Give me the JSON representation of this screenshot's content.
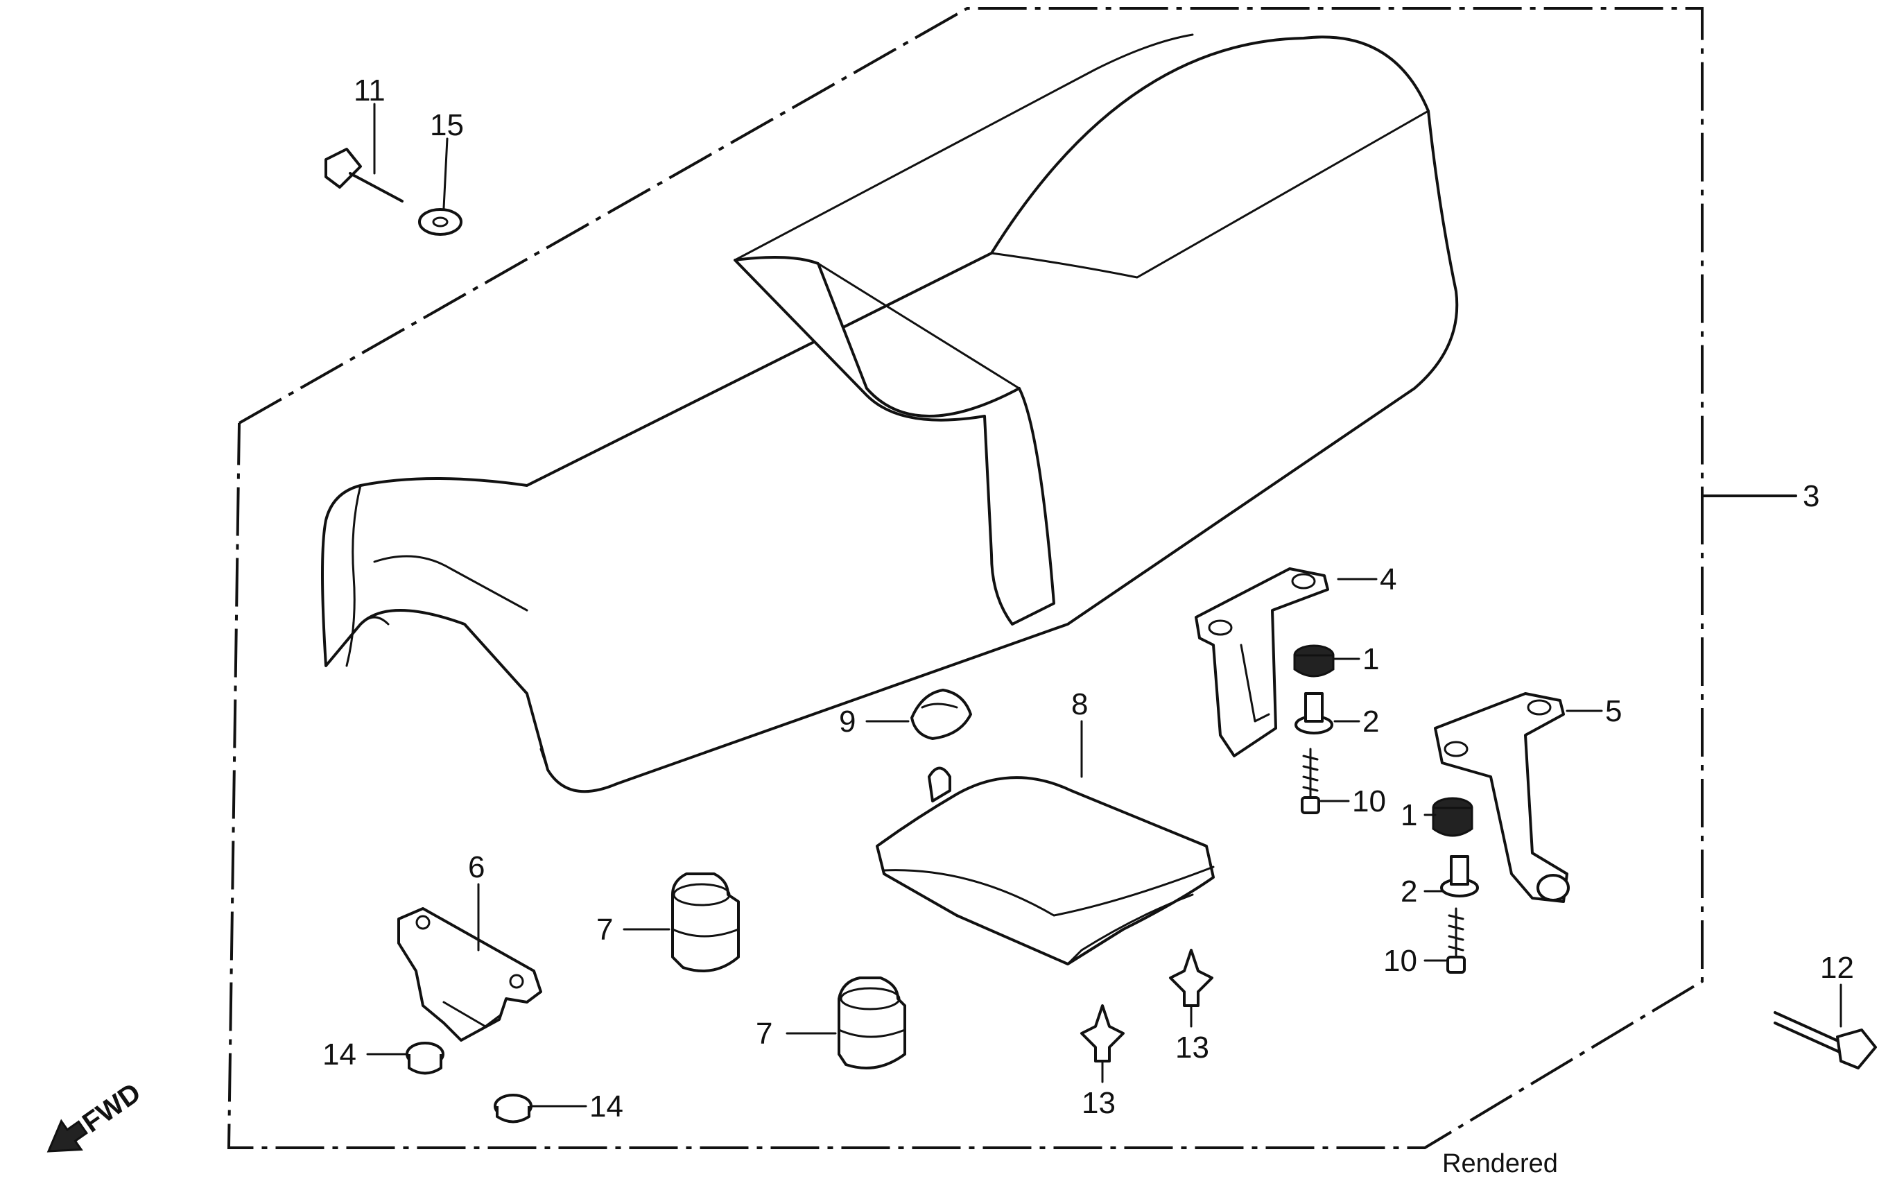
{
  "diagram": {
    "direction_label": "FWD",
    "watermark": "Rendered",
    "callouts": [
      {
        "id": "c1a",
        "text": "1"
      },
      {
        "id": "c1b",
        "text": "1"
      },
      {
        "id": "c2a",
        "text": "2"
      },
      {
        "id": "c2b",
        "text": "2"
      },
      {
        "id": "c3",
        "text": "3"
      },
      {
        "id": "c4",
        "text": "4"
      },
      {
        "id": "c5",
        "text": "5"
      },
      {
        "id": "c6",
        "text": "6"
      },
      {
        "id": "c7a",
        "text": "7"
      },
      {
        "id": "c7b",
        "text": "7"
      },
      {
        "id": "c8",
        "text": "8"
      },
      {
        "id": "c9",
        "text": "9"
      },
      {
        "id": "c10a",
        "text": "10"
      },
      {
        "id": "c10b",
        "text": "10"
      },
      {
        "id": "c11",
        "text": "11"
      },
      {
        "id": "c12",
        "text": "12"
      },
      {
        "id": "c13a",
        "text": "13"
      },
      {
        "id": "c13b",
        "text": "13"
      },
      {
        "id": "c14a",
        "text": "14"
      },
      {
        "id": "c14b",
        "text": "14"
      },
      {
        "id": "c15",
        "text": "15"
      }
    ]
  }
}
